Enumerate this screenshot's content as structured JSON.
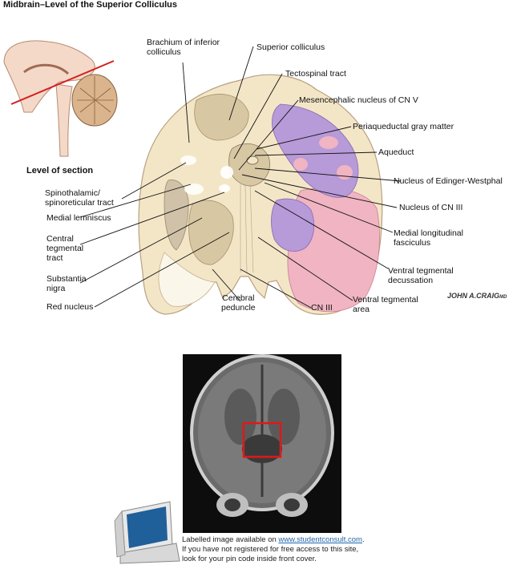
{
  "title": "Midbrain–Level of the Superior Colliculus",
  "level_of_section": "Level of section",
  "labels": {
    "brachium_l1": "Brachium of inferior",
    "brachium_l2": "colliculus",
    "superior_colliculus": "Superior colliculus",
    "tectospinal": "Tectospinal tract",
    "mesencephalic_l1": "Mesencephalic nucleus of CN V",
    "periaqueductal": "Periaqueductal gray matter",
    "aqueduct": "Aqueduct",
    "edinger": "Nucleus of Edinger-Westphal",
    "cn3_nucleus": "Nucleus of CN III",
    "mlf_l1": "Medial longitudinal",
    "mlf_l2": "fasciculus",
    "vtd_l1": "Ventral tegmental",
    "vtd_l2": "decussation",
    "vta_l1": "Ventral tegmental",
    "vta_l2": "area",
    "cn3": "CN III",
    "cerebral_l1": "Cerebral",
    "cerebral_l2": "peduncle",
    "red_nucleus": "Red nucleus",
    "substantia_l1": "Substantia",
    "substantia_l2": "nigra",
    "central_l1": "Central",
    "central_l2": "tegmental",
    "central_l3": "tract",
    "medial_lemniscus": "Medial lemniscus",
    "spino_l1": "Spinothalamic/",
    "spino_l2": "spinoreticular tract"
  },
  "signature": "JOHN A.CRAIG",
  "signature_suffix": "MD",
  "note": {
    "line1_prefix": "Labelled image available on ",
    "link": "www.studentconsult.com",
    "line1_suffix": ".",
    "line2": "If you have not registered for free access to this site,",
    "line3": "look for your pin code inside front cover."
  },
  "colors": {
    "tissue": "#f3e6c7",
    "gray_matter": "#d8c7a3",
    "purple": "#b79ad8",
    "pink": "#f0b4c2",
    "highlight_box": "#e01818",
    "section_line": "#d42020"
  }
}
